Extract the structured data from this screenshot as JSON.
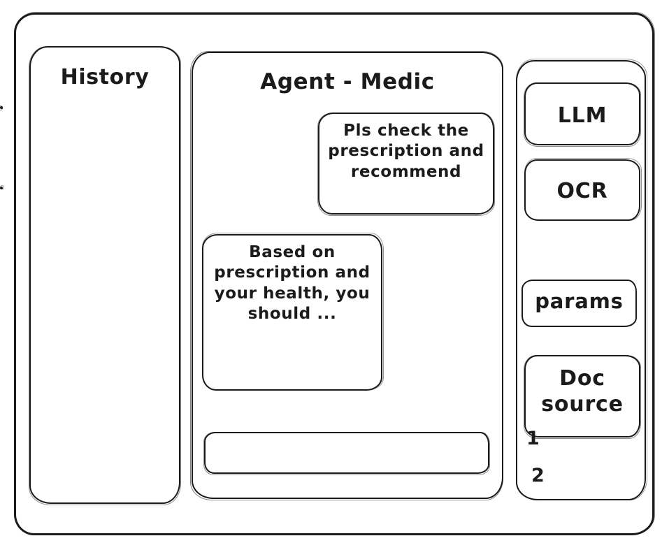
{
  "window": {
    "frame_name": "app-window"
  },
  "history": {
    "title": "History",
    "items": [
      {
        "label": ""
      },
      {
        "label": ""
      }
    ]
  },
  "agent": {
    "title": "Agent - Medic",
    "messages": [
      {
        "role": "user",
        "text": "Pls check the prescription and recommend"
      },
      {
        "role": "assistant",
        "text": "Based on prescription and your health, you should ..."
      }
    ],
    "composer": {
      "value": "",
      "placeholder": ""
    }
  },
  "tools": {
    "cards": [
      {
        "label": "LLM"
      },
      {
        "label": "OCR"
      },
      {
        "label": "params"
      },
      {
        "label": "Doc source"
      }
    ],
    "doc_sources": [
      {
        "number": "1"
      },
      {
        "number": "2"
      }
    ]
  },
  "colors": {
    "stroke": "#1b1b1b",
    "background": "#ffffff"
  }
}
